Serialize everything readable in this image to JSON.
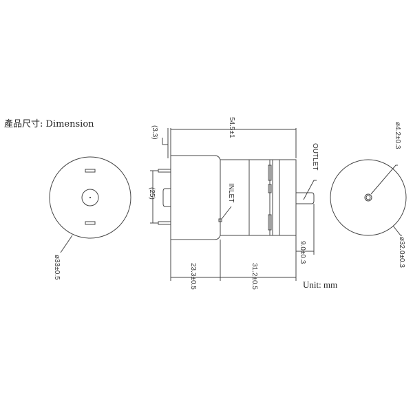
{
  "title": "產品尺寸: Dimension",
  "unit_label": "Unit: mm",
  "colors": {
    "line": "#444444",
    "text": "#333333",
    "background": "#ffffff"
  },
  "left_view": {
    "diameter_label": "ø33±0.5"
  },
  "side_view": {
    "overall_length_label": "54.5±1",
    "pin_length_label": "(3.3)",
    "pin_spacing_label": "(25)",
    "motor_length_label": "23.3±0.5",
    "pump_length_label": "31.2±0.5",
    "outlet_length_label": "9.0±0.3",
    "inlet_label": "INLET",
    "outlet_label": "OUTLET"
  },
  "right_view": {
    "outlet_diameter_label": "ø4.2±0.3",
    "body_diameter_label": "ø32.0±0.3"
  }
}
